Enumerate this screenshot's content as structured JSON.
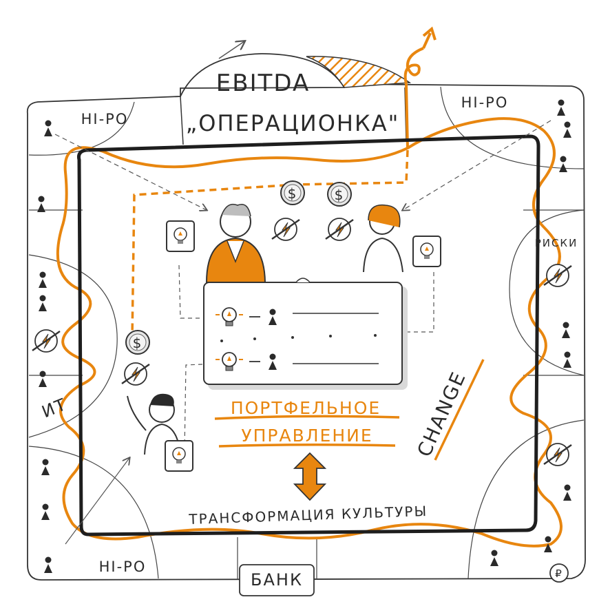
{
  "labels": {
    "ebitda": "EBITDA",
    "operations": "„ОПЕРАЦИОНКА\"",
    "hipo_top_left": "HI-PO",
    "hipo_top_right": "HI-PO",
    "hipo_bottom_left": "HI-PO",
    "it": "ИТ",
    "risks": "РИСКИ",
    "bank": "БАНК",
    "portfolio_line1": "ПОРТФЕЛЬНОЕ",
    "portfolio_line2": "УПРАВЛЕНИЕ",
    "change": "CHANGE",
    "culture": "ТРАНСФОРМАЦИЯ КУЛЬТУРЫ",
    "dollar": "$",
    "ruble": "₽"
  },
  "colors": {
    "accent": "#e8860f",
    "ink": "#2a2a2a",
    "frame": "#1e1e1e",
    "coin": "#e6e6e6"
  },
  "icons": [
    "dollar-coin-icon",
    "no-lightning-icon",
    "lightbulb-icon",
    "person-icon",
    "ruble-icon",
    "arrow-icon"
  ]
}
